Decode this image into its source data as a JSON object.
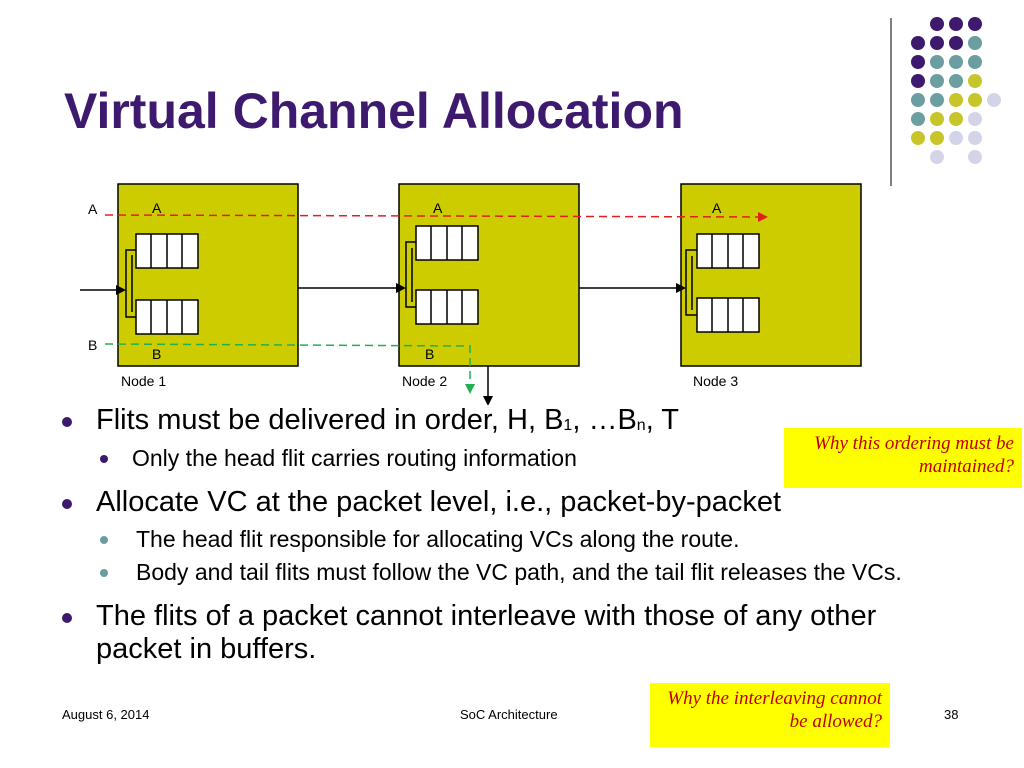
{
  "title": "Virtual Channel Allocation",
  "diagram": {
    "nodes": [
      "Node 1",
      "Node 2",
      "Node 3"
    ],
    "vc_labels": {
      "a": "A",
      "b": "B"
    },
    "input_labels": {
      "a": "A",
      "b": "B"
    }
  },
  "bullets": [
    {
      "text": "Flits must be delivered in order, H, B",
      "sub1": "1",
      "mid": ", …B",
      "sub2": "n",
      "tail": ", T"
    },
    {
      "text": "Only the head flit carries routing information"
    },
    {
      "text": "Allocate VC at the packet level, i.e., packet-by-packet"
    },
    {
      "text": "The head flit responsible for allocating VCs along the route."
    },
    {
      "text": "Body and tail flits must follow the VC path, and the tail flit releases the VCs."
    },
    {
      "text": "The flits of a packet cannot interleave with those of any other packet in buffers."
    }
  ],
  "notes": {
    "ordering": "Why this ordering must be maintained?",
    "interleaving": "Why the interleaving cannot be allowed?"
  },
  "footer": {
    "date": "August 6, 2014",
    "center": "SoC Architecture",
    "page": "38"
  },
  "colors": {
    "title": "#3d1a6e",
    "node_fill": "#cccc00",
    "path_a": "#e02020",
    "path_b": "#20b050",
    "note_bg": "#ffff00",
    "note_text": "#c00000"
  }
}
